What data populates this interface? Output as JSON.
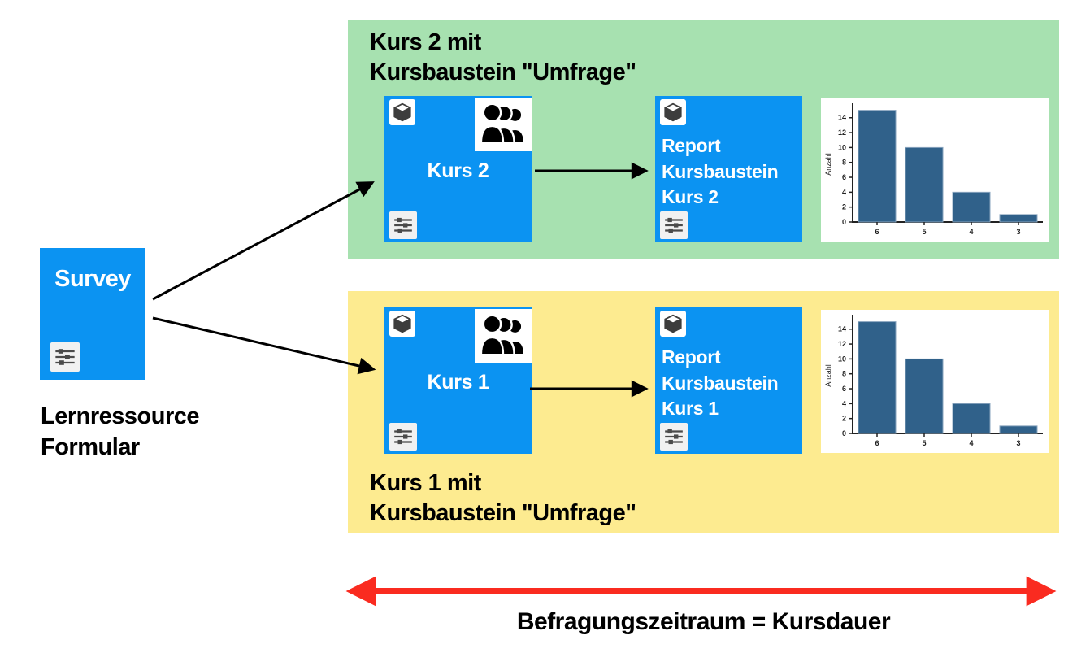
{
  "survey": {
    "label": "Survey",
    "caption": "Lernressource\nFormular"
  },
  "panels": [
    {
      "title": "Kurs 2 mit\nKursbaustein \"Umfrage\"",
      "course_label": "Kurs 2",
      "report_label": "Report\nKursbaustein\nKurs 2"
    },
    {
      "title": "Kurs 1 mit\nKursbaustein \"Umfrage\"",
      "course_label": "Kurs 1",
      "report_label": "Report\nKursbaustein\nKurs 1"
    }
  ],
  "timeline_label": "Befragungszeitraum = Kursdauer",
  "icons": {
    "cube": "learning-resource-cube-icon",
    "people": "participants-group-icon",
    "sliders": "settings-sliders-icon"
  },
  "colors": {
    "course_blue": "#0b93f2",
    "panel_green": "#a7e1b0",
    "panel_yellow": "#fdeb90",
    "timeline_red": "#fa2b20",
    "bar_blue": "#30618a"
  },
  "chart_data": {
    "type": "bar",
    "title": "",
    "xlabel": "",
    "ylabel": "Anzahl",
    "categories": [
      "6",
      "5",
      "4",
      "3"
    ],
    "values": [
      15,
      10,
      4,
      1
    ],
    "yticks": [
      0,
      2,
      4,
      6,
      8,
      10,
      12,
      14
    ],
    "ylim": [
      0,
      15.5
    ],
    "grid": false,
    "legend": false,
    "bar_color": "#30618a",
    "bar_stroke": "#8aa5bf"
  }
}
